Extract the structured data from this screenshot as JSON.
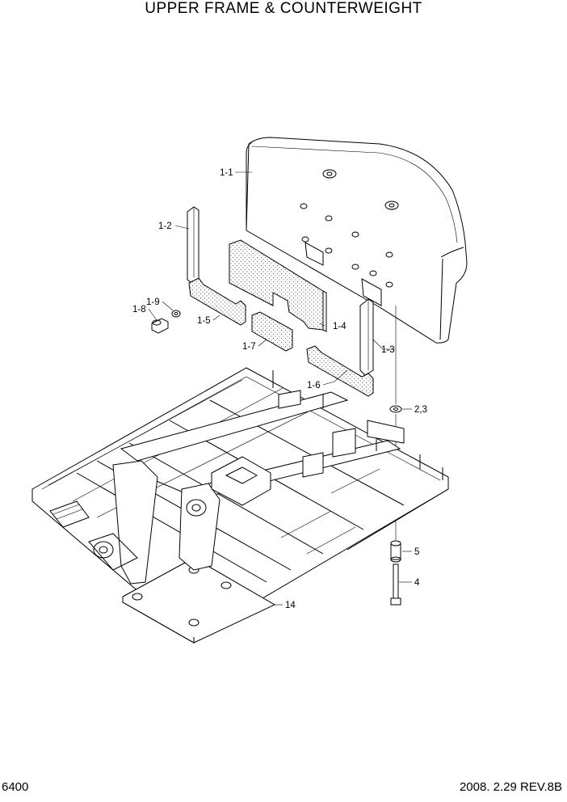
{
  "title": "UPPER FRAME & COUNTERWEIGHT",
  "footer": {
    "page": "6400",
    "revision": "2008. 2.29  REV.8B"
  },
  "callouts": {
    "c_1_1": "1-1",
    "c_1_2": "1-2",
    "c_1_3": "1-3",
    "c_1_4": "1-4",
    "c_1_5": "1-5",
    "c_1_6": "1-6",
    "c_1_7": "1-7",
    "c_1_8": "1-8",
    "c_1_9": "1-9",
    "c_2_3": "2,3",
    "c_4": "4",
    "c_5": "5",
    "c_14": "14"
  }
}
